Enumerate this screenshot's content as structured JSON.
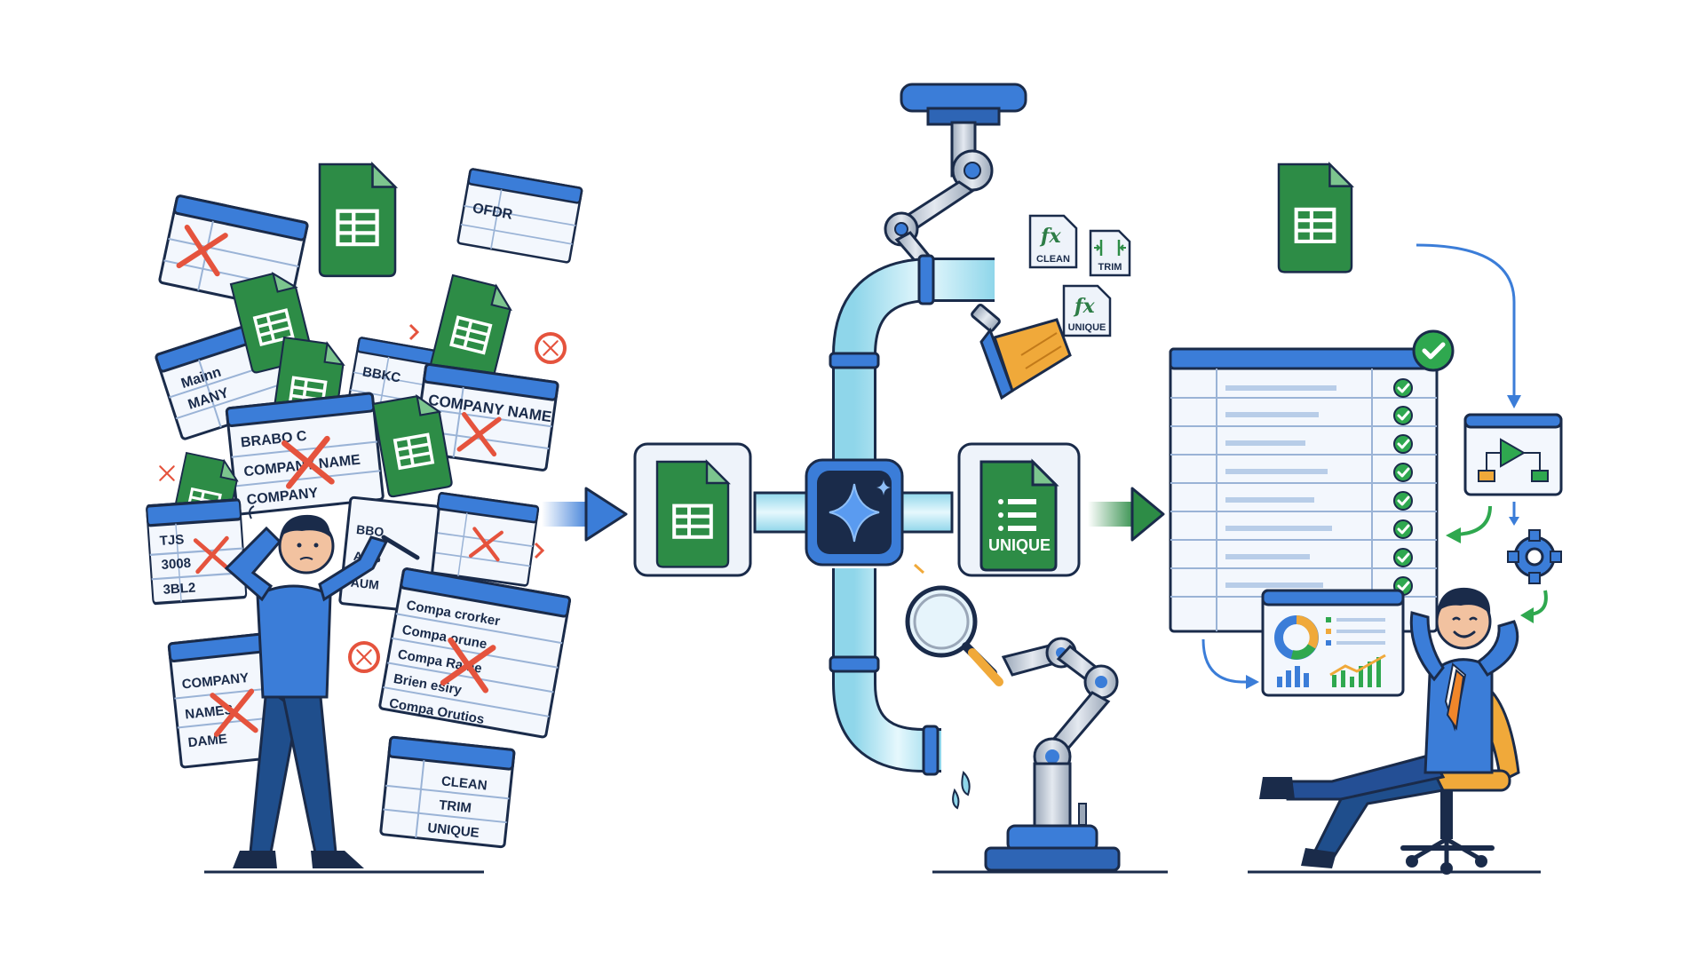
{
  "left_panel": {
    "sheet_labels": [
      "OFDR",
      "BBKC",
      "COMPANY NAME",
      "BRABO C",
      "COMPANY NAME",
      "COMPANY",
      "Mainn",
      "MANY",
      "TJS",
      "3008",
      "3BL2",
      "BBO",
      "ABG",
      "AUM",
      "Compa crorker",
      "Compa orune",
      "Compa Rame",
      "Brien esiry",
      "Compa Orutios",
      "COMPANY",
      "NAMES",
      "DAME",
      "CLEAN",
      "TRIM",
      "UNIQUE"
    ]
  },
  "middle_panel": {
    "formula_cards": [
      {
        "symbol": "fx",
        "label": "CLEAN"
      },
      {
        "symbol": "",
        "label": "TRIM"
      },
      {
        "symbol": "fx",
        "label": "UNIQUE"
      }
    ],
    "output_label": "UNIQUE"
  },
  "colors": {
    "sheet_green": "#2d8c46",
    "accent_blue": "#3b7dd8",
    "navy": "#1a2b4a",
    "error_red": "#e5533d",
    "pipe_cyan": "#bfeaf5",
    "check_green": "#2fa84f"
  }
}
